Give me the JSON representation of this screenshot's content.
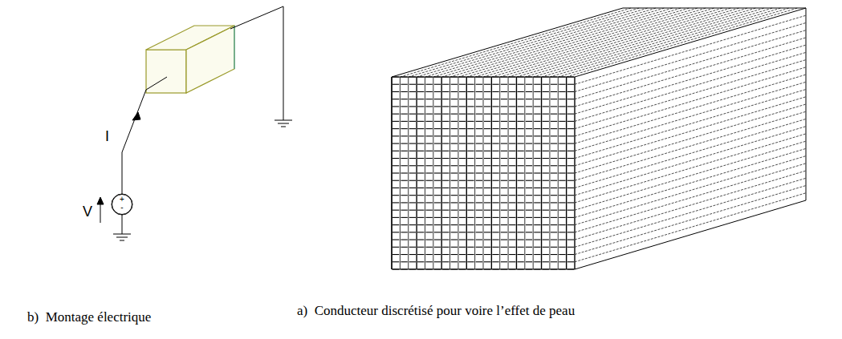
{
  "diagram": {
    "nodes": [
      {
        "text": [
          "+",
          "-"
        ]
      }
    ],
    "labels": [
      "I",
      "V",
      "b)  Montage électrique",
      "a)  Conducteur discrétisé pour voire l’effet de peau"
    ]
  }
}
